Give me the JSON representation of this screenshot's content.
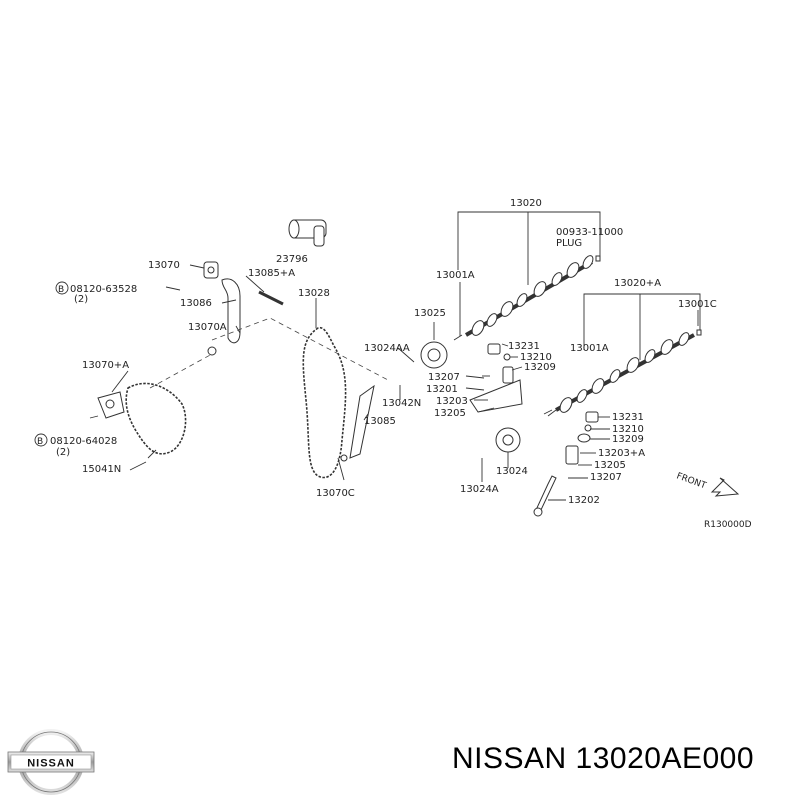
{
  "labels": {
    "p13020": "13020",
    "p00933": "00933-11000",
    "plug": "PLUG",
    "p23796": "23796",
    "p13070": "13070",
    "p13085a": "13085+A",
    "b1code": "08120-63528",
    "b1qty": "(2)",
    "p13086": "13086",
    "p13028": "13028",
    "p13001a_top": "13001A",
    "p13025": "13025",
    "p13020a": "13020+A",
    "p13001c": "13001C",
    "p13070a": "13070A",
    "p13024aa": "13024AA",
    "p13231_top": "13231",
    "p13210_top": "13210",
    "p13209_top": "13209",
    "p13207_top": "13207",
    "p13201": "13201",
    "p13203": "13203",
    "p13205_top": "13205",
    "p13001a_r": "13001A",
    "p13070pa": "13070+A",
    "p13042n": "13042N",
    "p13085": "13085",
    "b2code": "08120-64028",
    "b2qty": "(2)",
    "p15041n": "15041N",
    "p13231_r": "13231",
    "p13210_r": "13210",
    "p13209_r": "13209",
    "p13203a": "13203+A",
    "p13205_r": "13205",
    "p13207_r": "13207",
    "p13024": "13024",
    "p13024a": "13024A",
    "p13202": "13202",
    "p13070c": "13070C",
    "front": "FRONT",
    "ref": "R130000D",
    "bolt_mark": "B"
  },
  "logo_text": "NISSAN",
  "brand_line": "NISSAN 13020AE000"
}
